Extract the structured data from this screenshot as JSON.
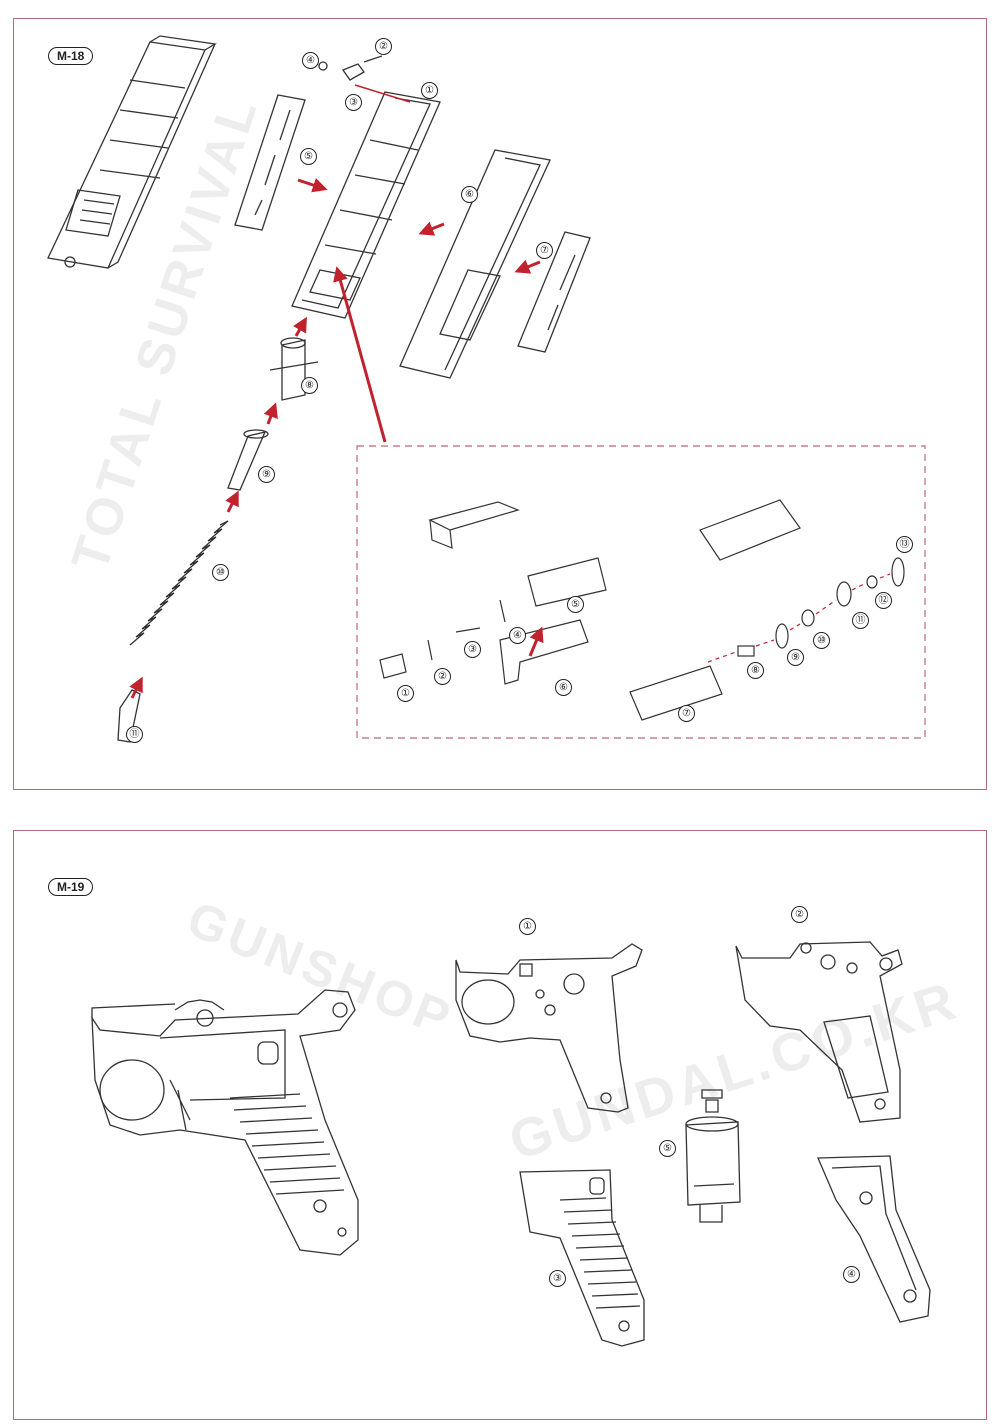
{
  "panels": [
    {
      "tag": "M-18"
    },
    {
      "tag": "M-19"
    }
  ],
  "m18_callouts": [
    "①",
    "②",
    "③",
    "④",
    "⑤",
    "⑥",
    "⑦",
    "⑧",
    "⑨",
    "⑩",
    "⑪"
  ],
  "inset_callouts": [
    "①",
    "②",
    "③",
    "④",
    "⑤",
    "⑥",
    "⑦",
    "⑧",
    "⑨",
    "⑩",
    "⑪",
    "⑫",
    "⑬"
  ],
  "m19_callouts": [
    "①",
    "②",
    "③",
    "④",
    "⑤"
  ],
  "watermark": {
    "arc_text": "TOTAL SURVIVAL",
    "shop_text": "GUNSHOP",
    "brand_text": "GUNDAL.CO.KR"
  },
  "colors": {
    "arrow": "#c0222e",
    "border": "#b56a74",
    "line": "#333333"
  }
}
